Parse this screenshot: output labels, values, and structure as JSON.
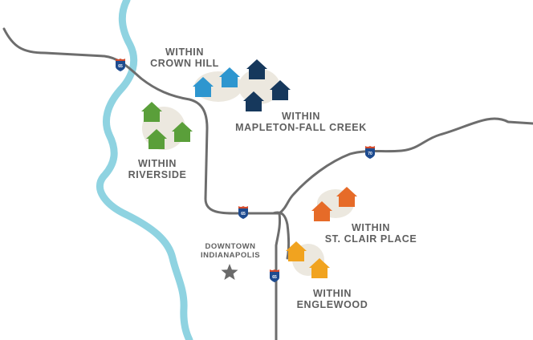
{
  "labels": {
    "crown_hill": [
      "WITHIN",
      "CROWN HILL"
    ],
    "mapleton": [
      "WITHIN",
      "MAPLETON-FALL CREEK"
    ],
    "riverside": [
      "WITHIN",
      "RIVERSIDE"
    ],
    "st_clair": [
      "WITHIN",
      "ST. CLAIR PLACE"
    ],
    "englewood": [
      "WITHIN",
      "ENGLEWOOD"
    ],
    "downtown": [
      "DOWNTOWN",
      "INDIANAPOLIS"
    ]
  },
  "highway_shields": {
    "i65_north": "65",
    "i65_central": "65",
    "i65_south": "65",
    "i70": "70"
  },
  "icons": {
    "house": "house-icon",
    "downtown": "star-icon",
    "shield": "interstate-shield-icon"
  },
  "colors": {
    "river": "#8fd3e1",
    "road": "#6d6d6d",
    "highlight": "#ece8df",
    "label_text": "#5f5f5f",
    "crown_hill_house": "#2e96cf",
    "mapleton_house": "#16385c",
    "riverside_house": "#5a9f3a",
    "st_clair_house": "#e66b28",
    "englewood_house": "#f1a31f",
    "star": "#6a6a6a",
    "shield_blue": "#1e4b8f",
    "shield_red": "#d24a2b"
  }
}
